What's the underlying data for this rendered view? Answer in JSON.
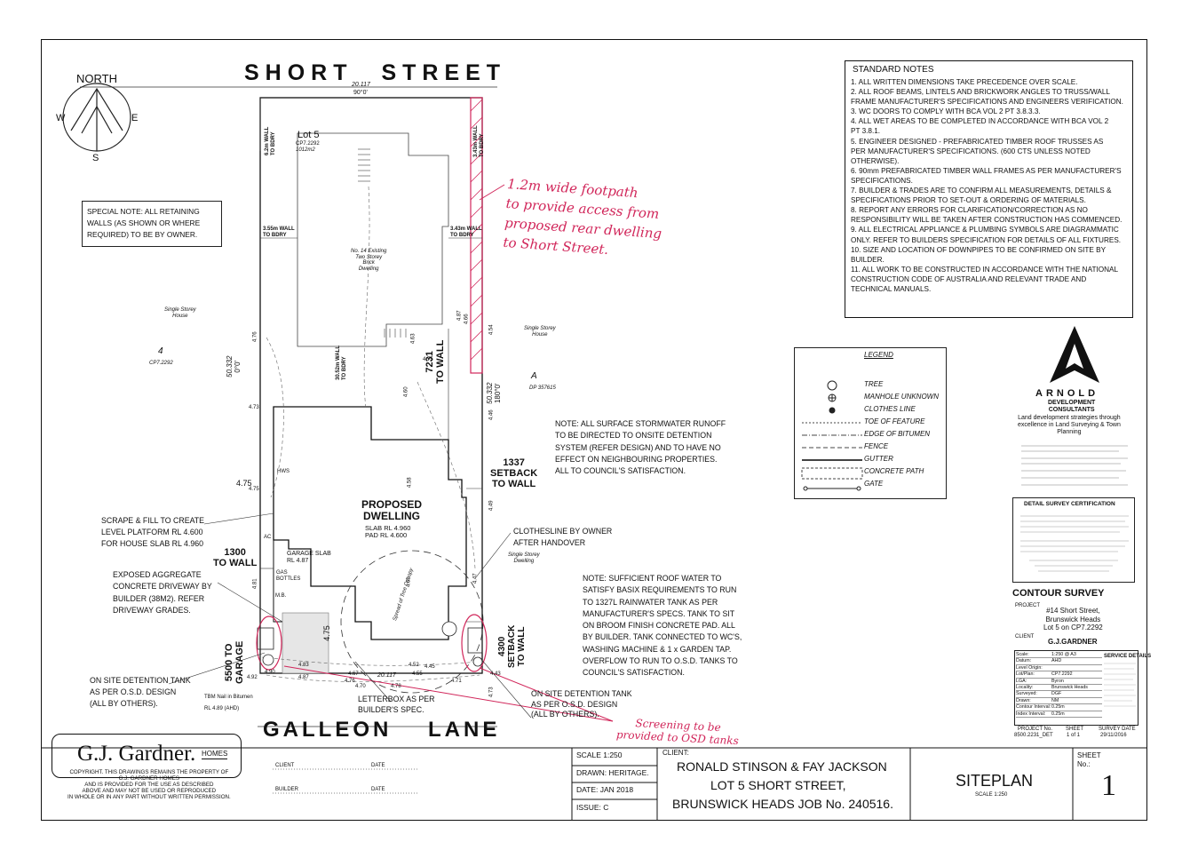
{
  "plan": {
    "north": {
      "label": "NORTH",
      "w": "W",
      "e": "E",
      "s": "S"
    },
    "street_top": "SHORT STREET",
    "street_bottom": "GALLEON LANE",
    "top_dim": "20.117",
    "top_bearing": "90°0'",
    "bottom_dim": "20.117",
    "lot": {
      "name": "Lot 5",
      "plan": "CP7.2292",
      "area": "1012m2"
    },
    "existing": "No. 14 Existing\nTwo Storey\nBrick\nDwelling",
    "single_storey_left": "Single Storey\nHouse",
    "lot_left_num": "4",
    "lot_left_plan": "CP7.2292",
    "single_storey_right": "Single Storey\nHouse",
    "lot_right_letter": "A",
    "lot_right_plan": "DP 357615",
    "single_storey_right2": "Single Storey\nDwelling",
    "dim_left": "50.332",
    "bearing_left": "0°0'",
    "dim_right": "50.332",
    "bearing_right": "180°0'",
    "wall_6_2": "6.2m WALL\nTO BDRY",
    "wall_3_55": "3.55m WALL\nTO BDRY",
    "wall_3_43_top": "3.43m WALL\nTO BDRY",
    "wall_3_43_mid": "3.43m WALL\nTO BDRY",
    "wall_30_52": "30.52m WALL\nTO BDRY",
    "setback_7231": "7231\nTO WALL",
    "setback_1337": "1337\nSETBACK\nTO WALL",
    "setback_1300": "1300\nTO WALL",
    "setback_5500": "5500 TO\nGARAGE",
    "setback_4300": "4300\nSETBACK\nTO WALL",
    "proposed": "PROPOSED\nDWELLING",
    "slab": "SLAB RL 4.960\nPAD RL 4.600",
    "garage": "GARAGE SLAB\nRL 4.87",
    "gas": "GAS\nBOTTLES",
    "hws": "HWS",
    "mb": "M.B.",
    "ac": "AC",
    "tree_spread": "Spread of Tree Canopy",
    "levels": [
      "4.76",
      "4.73",
      "4.75",
      "4.75",
      "4.60",
      "4.63",
      "4.75",
      "4.87",
      "4.66",
      "4.54",
      "4.46",
      "4.49",
      "4.58",
      "4.61",
      "4.47",
      "4.75",
      "4.83",
      "4.92",
      "4.90",
      "4.87",
      "4.67",
      "4.52",
      "4.55",
      "4.45",
      "4.71",
      "4.43",
      "4.73",
      "4.81",
      "4.78",
      "4.70",
      "4.76"
    ],
    "special_note": "SPECIAL NOTE: ALL RETAINING\nWALLS (AS SHOWN OR WHERE\nREQUIRED) TO BE BY OWNER.",
    "stormwater_note": "NOTE: ALL SURFACE STORMWATER RUNOFF\nTO BE DIRECTED TO ONSITE DETENTION\nSYSTEM (REFER DESIGN) AND TO HAVE NO\nEFFECT ON NEIGHBOURING PROPERTIES.\nALL TO COUNCIL'S SATISFACTION.",
    "scrape_note": "SCRAPE & FILL TO CREATE\nLEVEL PLATFORM RL 4.600\nFOR HOUSE SLAB RL 4.960",
    "driveway_note": "EXPOSED AGGREGATE\nCONCRETE DRIVEWAY BY\nBUILDER (38M2). REFER\nDRIVEWAY GRADES.",
    "clothesline_note": "CLOTHESLINE BY OWNER\nAFTER HANDOVER",
    "roofwater_note": "NOTE: SUFFICIENT ROOF WATER TO\nSATISFY BASIX REQUIREMENTS TO RUN\nTO 1327L RAINWATER TANK AS PER\nMANUFACTURER'S SPECS. TANK TO SIT\nON BROOM FINISH CONCRETE PAD. ALL\nBY BUILDER. TANK CONNECTED TO WC'S,\nWASHING MACHINE & 1 x GARDEN TAP.\nOVERFLOW TO RUN TO O.S.D. TANKS TO\nCOUNCIL'S SATISFACTION.",
    "osd_left": "ON SITE DETENTION TANK\nAS PER O.S.D. DESIGN\n(ALL BY OTHERS).",
    "osd_right": "ON SITE DETENTION TANK\nAS PER O.S.D. DESIGN\n(ALL BY OTHERS).",
    "letterbox": "LETTERBOX AS PER\nBUILDER'S SPEC.",
    "tbm": "TBM Nail in Bitumen\nRL 4.89 (AHD)",
    "hand_footpath": "1.2m wide footpath\nto provide access from\nproposed rear dwelling\nto Short Street.",
    "hand_screening": "Screening to be\nprovided to OSD tanks"
  },
  "notes": {
    "title": "STANDARD NOTES",
    "lines": [
      "1. ALL WRITTEN DIMENSIONS TAKE PRECEDENCE OVER SCALE.",
      "2. ALL ROOF BEAMS, LINTELS AND BRICKWORK ANGLES TO TRUSS/WALL",
      "FRAME MANUFACTURER'S SPECIFICATIONS AND ENGINEERS VERIFICATION.",
      "3. WC DOORS TO COMPLY WITH BCA VOL 2 PT 3.8.3.3.",
      "4. ALL WET AREAS TO BE COMPLETED IN ACCORDANCE WITH BCA VOL 2",
      "PT 3.8.1.",
      "5. ENGINEER DESIGNED - PREFABRICATED TIMBER ROOF TRUSSES AS",
      "PER MANUFACTURER'S SPECIFICATIONS. (600 CTS UNLESS NOTED",
      "OTHERWISE).",
      "6. 90mm PREFABRICATED TIMBER WALL FRAMES AS PER MANUFACTURER'S",
      "SPECIFICATIONS.",
      "7. BUILDER & TRADES ARE TO CONFIRM ALL MEASUREMENTS, DETAILS &",
      "SPECIFICATIONS PRIOR TO SET-OUT & ORDERING OF MATERIALS.",
      "8. REPORT ANY ERRORS FOR CLARIFICATION/CORRECTION AS NO",
      "RESPONSIBILITY WILL BE TAKEN AFTER CONSTRUCTION HAS COMMENCED.",
      "9. ALL ELECTRICAL APPLIANCE & PLUMBING SYMBOLS ARE DIAGRAMMATIC",
      "ONLY. REFER TO BUILDERS SPECIFICATION FOR DETAILS OF ALL FIXTURES.",
      "10. SIZE AND LOCATION OF DOWNPIPES TO BE CONFIRMED ON SITE BY",
      "BUILDER.",
      "11. ALL WORK TO BE CONSTRUCTED IN ACCORDANCE WITH THE NATIONAL",
      "CONSTRUCTION CODE OF AUSTRALIA AND RELEVANT TRADE AND",
      "TECHNICAL MANUALS."
    ]
  },
  "legend": {
    "title": "LEGEND",
    "items": [
      "TREE",
      "MANHOLE UNKNOWN",
      "CLOTHES LINE",
      "TOE OF FEATURE",
      "EDGE OF BITUMEN",
      "FENCE",
      "GUTTER",
      "CONCRETE PATH",
      "GATE"
    ]
  },
  "arnold": {
    "name": "ARNOLD",
    "sub": "DEVELOPMENT\nCONSULTANTS",
    "tagline": "Land development strategies through\nexcellence in Land Surveying & Town\nPlanning",
    "cert_title": "DETAIL SURVEY CERTIFICATION",
    "survey_title": "CONTOUR SURVEY",
    "project_label": "PROJECT",
    "project": "#14 Short Street,\nBrunswick Heads\nLot 5 on CP7.2292",
    "client_label": "CLIENT",
    "client": "G.J.GARDNER",
    "rows": [
      [
        "Scale:",
        "1:250 @ A3"
      ],
      [
        "Datum:",
        "AHD"
      ],
      [
        "Level Origin:",
        ""
      ],
      [
        "Lot/Plan:",
        "CP7.2292"
      ],
      [
        "LGA:",
        "Byron"
      ],
      [
        "Locality:",
        "Brunswick Heads"
      ],
      [
        "Surveyed:",
        "DGF"
      ],
      [
        "Drawn:",
        "NM"
      ],
      [
        "Contour Interval:",
        "0.25m"
      ],
      [
        "Index Interval:",
        "0.25m"
      ]
    ],
    "service_title": "SERVICE DETAILS",
    "project_no_label": "PROJECT No.",
    "project_no": "8500.2231_DET",
    "sheet_label": "SHEET",
    "sheet": "1 of 1",
    "date_label": "SURVEY DATE",
    "date": "29/11/2016"
  },
  "titleblock": {
    "brand": "G.J. Gardner.",
    "brand_homes": "HOMES",
    "copyright": "COPYRIGHT. THIS DRAWINGS REMAINS THE PROPERTY OF\nG.J. GARDNER HOMES\nAND IS PROVIDED FOR THE USE AS DESCRIBED\nABOVE AND MAY NOT BE USED OR REPRODUCED\nIN WHOLE OR IN ANY PART WITHOUT WRITTEN PERMISSION.",
    "client_label": "CLIENT",
    "builder_label": "BUILDER",
    "date_label": "DATE",
    "scale": "SCALE 1:250",
    "drawn": "DRAWN: HERITAGE.",
    "date": "DATE: JAN 2018",
    "issue": "ISSUE: C",
    "client_head": "CLIENT:",
    "client_line1": "RONALD STINSON & FAY JACKSON",
    "client_line2": "LOT 5 SHORT STREET,",
    "client_line3": "BRUNSWICK HEADS JOB No. 240516.",
    "drawing_title": "SITEPLAN",
    "drawing_scale": "SCALE 1:250",
    "sheet_label": "SHEET\nNo.:",
    "sheet_no": "1"
  }
}
